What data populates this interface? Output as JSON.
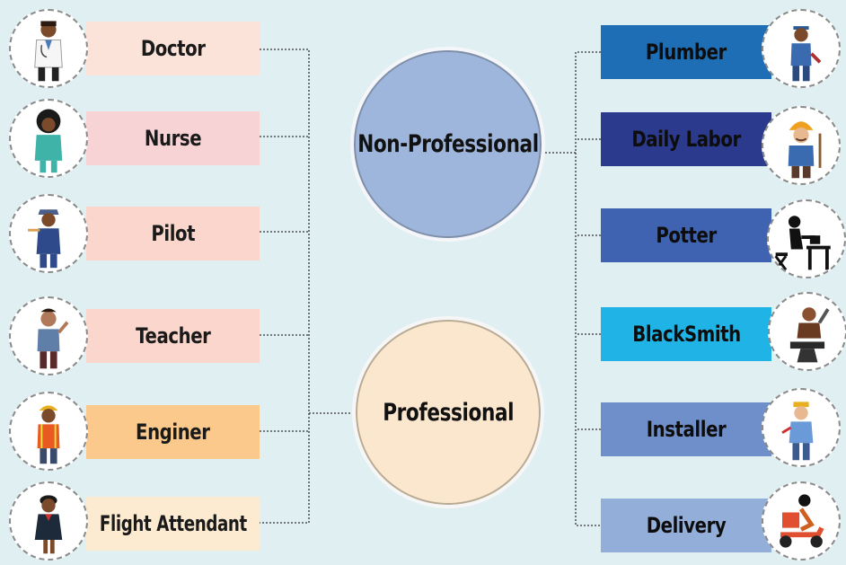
{
  "hubs": {
    "non_professional": {
      "label": "Non-Professional",
      "color": "#9fb6dc"
    },
    "professional": {
      "label": "Professional",
      "color": "#fbe7cd"
    }
  },
  "left_jobs": [
    {
      "label": "Doctor",
      "color": "#fbe3d9",
      "icon": "doctor-icon"
    },
    {
      "label": "Nurse",
      "color": "#f8d3d6",
      "icon": "nurse-icon"
    },
    {
      "label": "Pilot",
      "color": "#fbd6cc",
      "icon": "pilot-icon"
    },
    {
      "label": "Teacher",
      "color": "#fbd6cc",
      "icon": "teacher-icon"
    },
    {
      "label": "Enginer",
      "color": "#fbc98b",
      "icon": "engineer-icon"
    },
    {
      "label": "Flight Attendant",
      "color": "#fcebd0",
      "icon": "flight-attendant-icon"
    }
  ],
  "right_jobs": [
    {
      "label": "Plumber",
      "color": "#1e6eb6",
      "icon": "plumber-icon"
    },
    {
      "label": "Daily Labor",
      "color": "#2b3a8c",
      "icon": "construction-worker-icon"
    },
    {
      "label": "Potter",
      "color": "#3f63b0",
      "icon": "potter-icon"
    },
    {
      "label": "BlackSmith",
      "color": "#1fb3e6",
      "icon": "blacksmith-icon"
    },
    {
      "label": "Installer",
      "color": "#6f8fca",
      "icon": "installer-icon"
    },
    {
      "label": "Delivery",
      "color": "#93afd9",
      "icon": "delivery-icon"
    }
  ]
}
